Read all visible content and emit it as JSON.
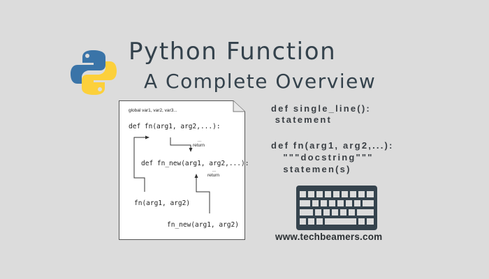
{
  "header": {
    "title_line1": "Python Function",
    "title_line2": "A Complete Overview"
  },
  "logo": {
    "icon": "python-logo-icon",
    "colors": {
      "blue": "#3a74a8",
      "yellow": "#fcd03b"
    }
  },
  "document": {
    "global_line": "global var1, var2, var3...",
    "def_fn": "def fn(arg1, arg2,...):",
    "return_label_1": "return",
    "ellipsis_1": "...",
    "def_fn_new": "def fn_new(arg1, arg2,...):",
    "return_label_2": "return",
    "ellipsis_2": "...",
    "call_fn": "fn(arg1, arg2)",
    "call_fn_new": "fn_new(arg1, arg2)"
  },
  "code_samples": {
    "single_line_def": "def single_line():",
    "single_line_body": " statement",
    "fn_def": "def fn(arg1, arg2,...):",
    "fn_docstring": "   \"\"\"docstring\"\"\"",
    "fn_body": "   statemen(s)"
  },
  "keyboard": {
    "icon": "keyboard-icon",
    "color": "#35434d"
  },
  "footer": {
    "website": "www.techbeamers.com"
  },
  "colors": {
    "background": "#dcdcdc",
    "title": "#34424c"
  }
}
